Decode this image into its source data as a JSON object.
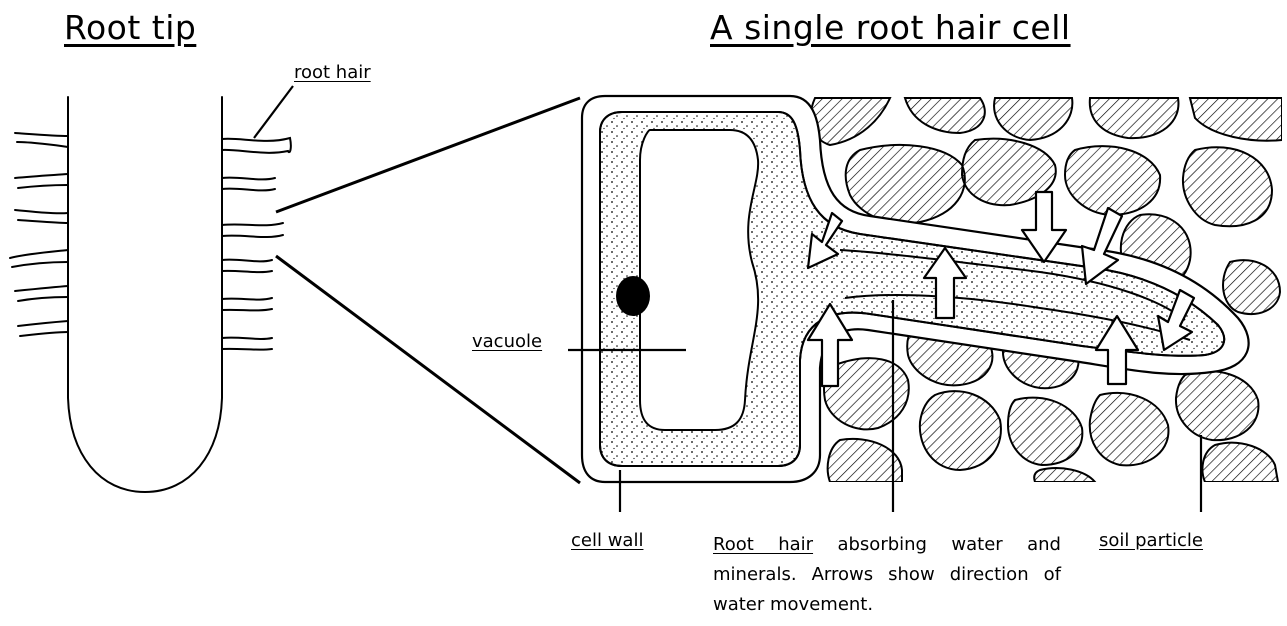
{
  "titles": {
    "left": "Root tip",
    "right": "A single root hair cell"
  },
  "labels": {
    "root_hair": "root hair",
    "vacuole": "vacuole",
    "cell_wall": "cell wall",
    "soil_particle": "soil particle"
  },
  "caption": {
    "term": "Root hair",
    "line1_rest": "absorbing water",
    "line2": "and minerals. Arrows show",
    "line3": "direction of water movement."
  },
  "colors": {
    "ink": "#000000",
    "background": "#ffffff"
  }
}
